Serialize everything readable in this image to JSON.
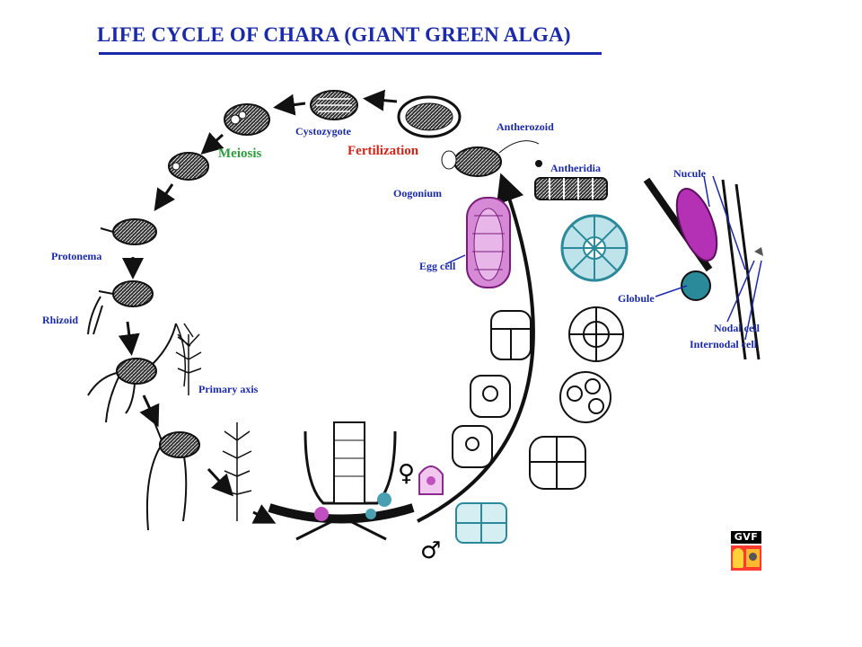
{
  "title": "LIFE CYCLE OF CHARA (GIANT GREEN ALGA)",
  "labels": {
    "cystozygote": "Cystozygote",
    "meiosis": "Meiosis",
    "fertilization": "Fertilization",
    "antherozoid": "Antherozoid",
    "antheridia": "Antheridia",
    "oogonium": "Oogonium",
    "nucule": "Nucule",
    "egg_cell": "Egg cell",
    "protonema": "Protonema",
    "rhizoid": "Rhizoid",
    "globule": "Globule",
    "nodal_cell": "Nodal cell",
    "internodal_cell": "Internodal cell",
    "primary_axis": "Primary axis"
  },
  "symbols": {
    "female": "♀",
    "male": "♂"
  },
  "logo": {
    "text": "GVF"
  },
  "colors": {
    "title": "#1b2aa8",
    "label": "#1b2aa8",
    "meiosis": "#2e9e3e",
    "fertilization": "#d3261b",
    "egg_magenta": "#b430b4",
    "globule_teal": "#2a8a9a",
    "line_black": "#111111"
  }
}
